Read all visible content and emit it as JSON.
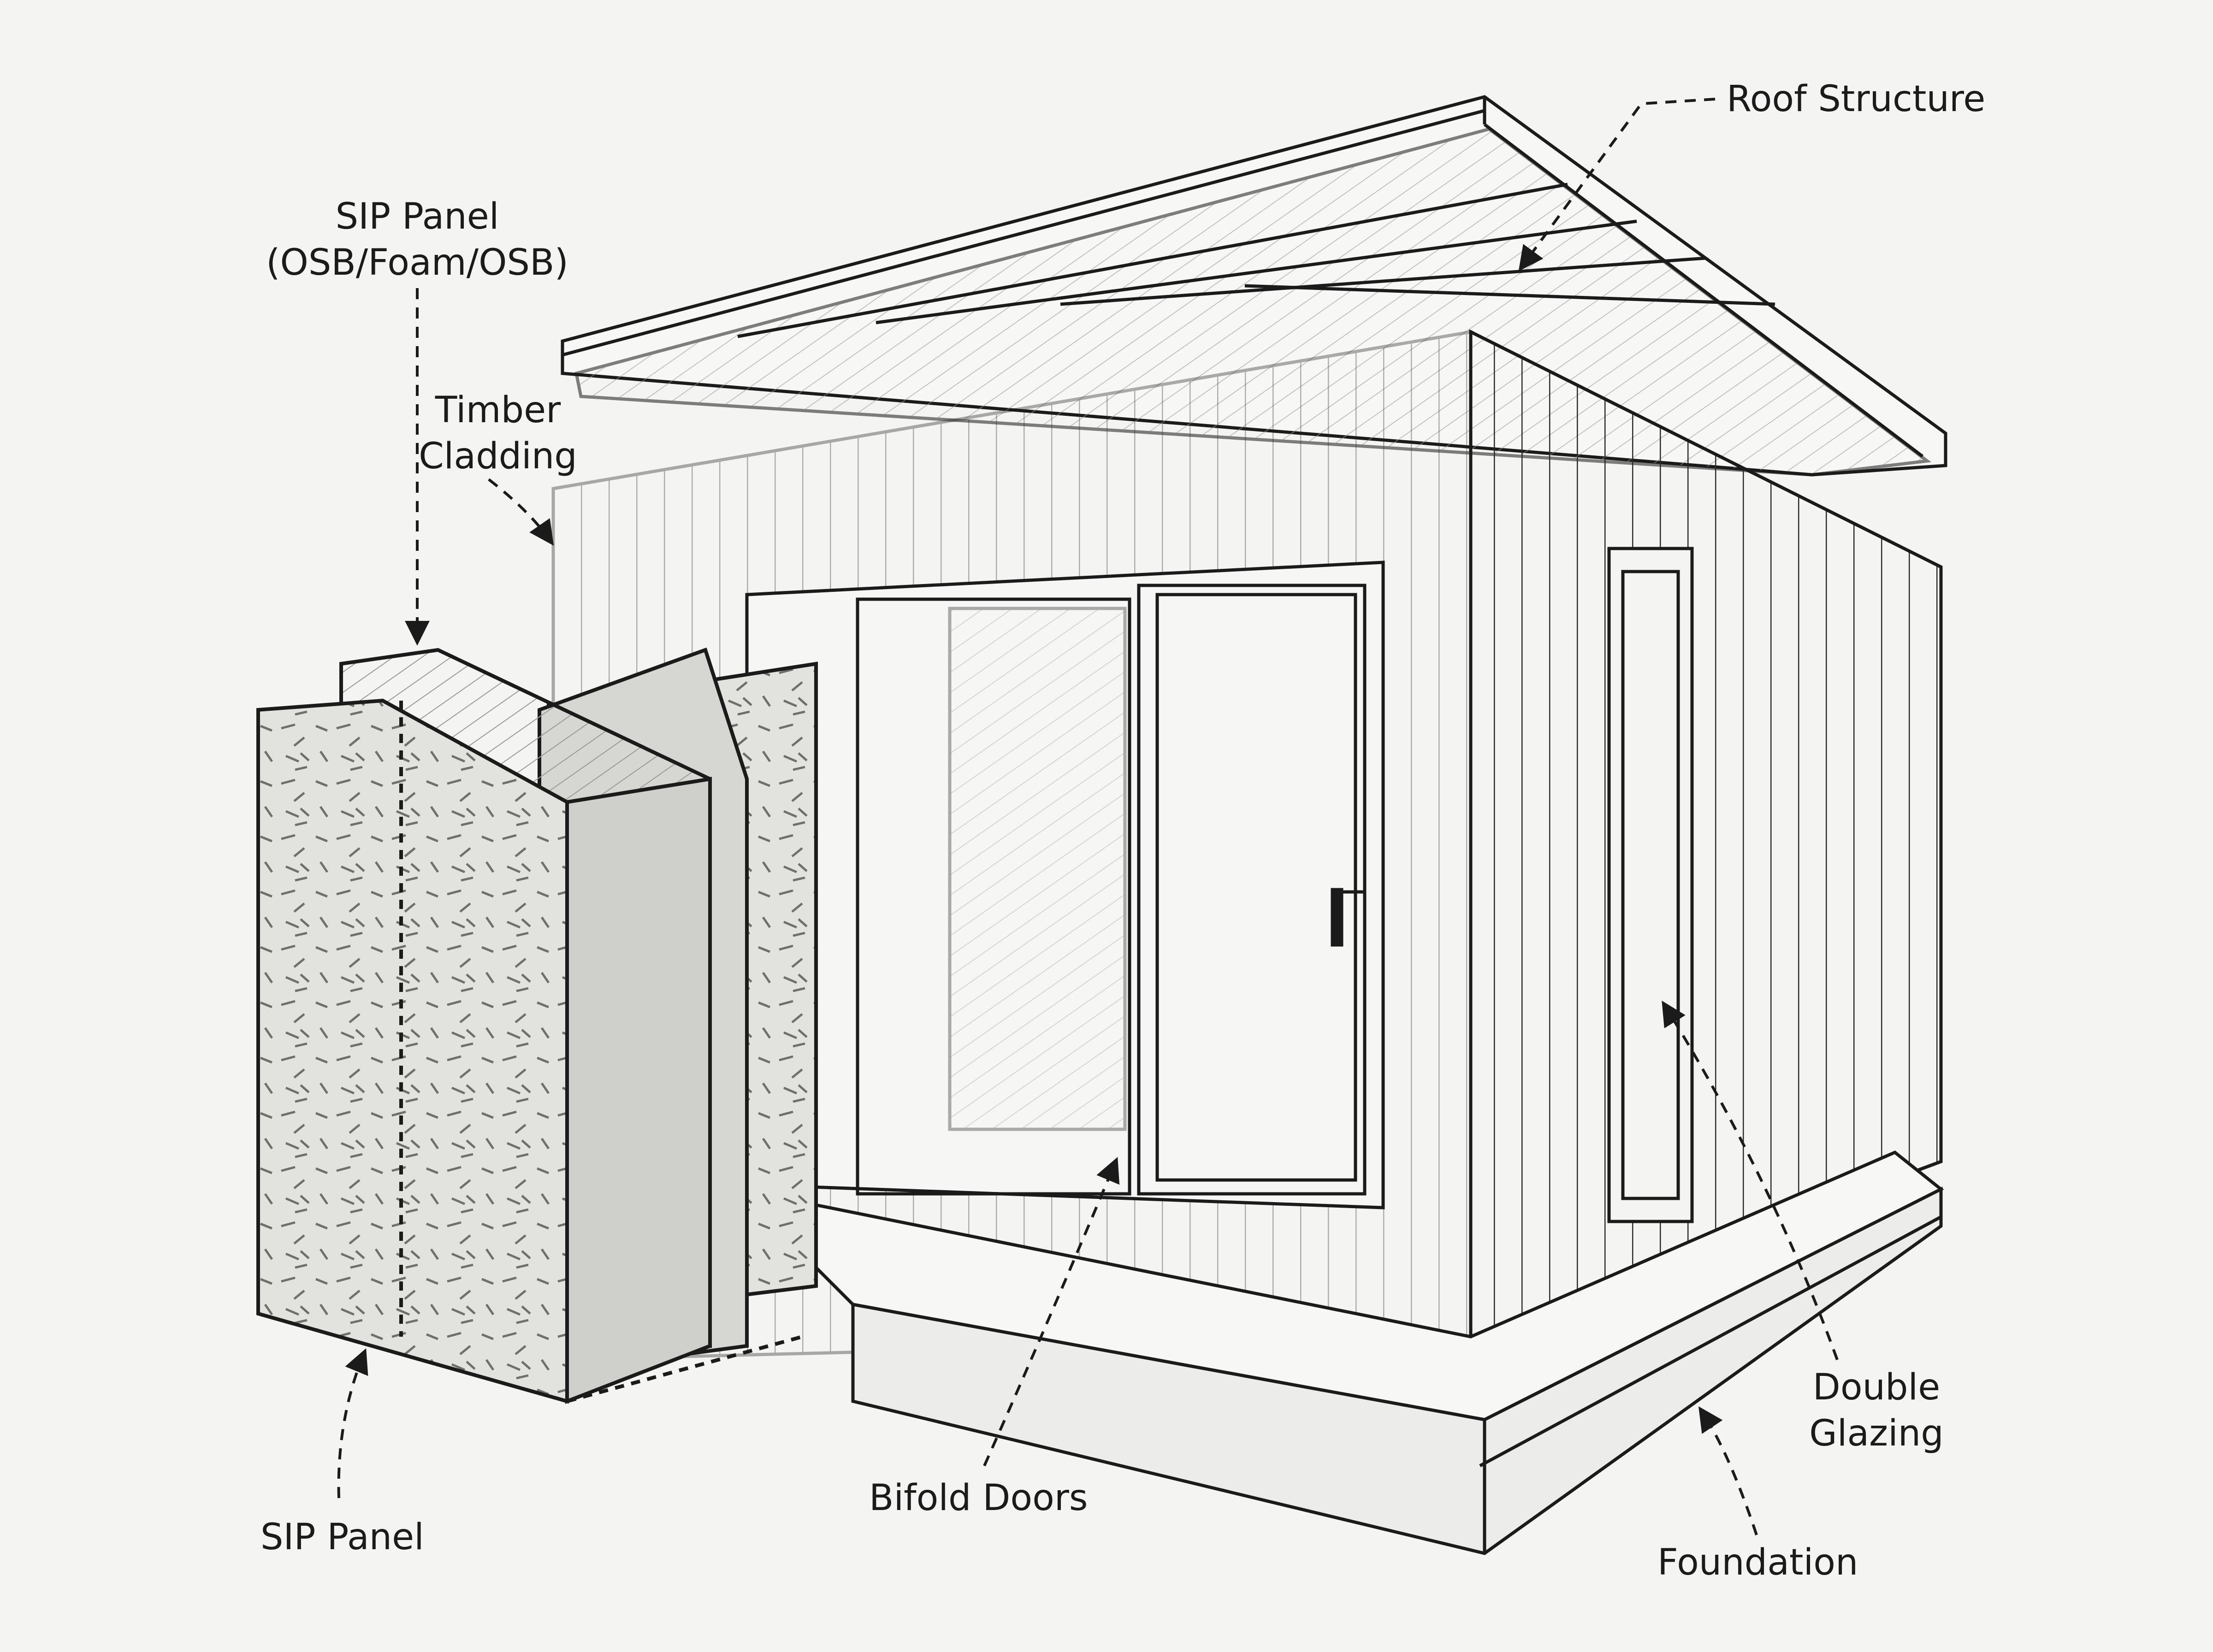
{
  "labels": {
    "roof_structure": "Roof Structure",
    "sip_panel_top_line1": "SIP Panel",
    "sip_panel_top_line2": "(OSB/Foam/OSB)",
    "timber_cladding_line1": "Timber",
    "timber_cladding_line2": "Cladding",
    "sip_panel_bottom": "SIP Panel",
    "bifold_doors": "Bifold Doors",
    "double_glazing_line1": "Double",
    "double_glazing_line2": "Glazing",
    "foundation": "Foundation"
  },
  "colors": {
    "background": "#f4f4f2",
    "ink": "#1b1b1b",
    "panel_fill": "#dcdcd8"
  }
}
